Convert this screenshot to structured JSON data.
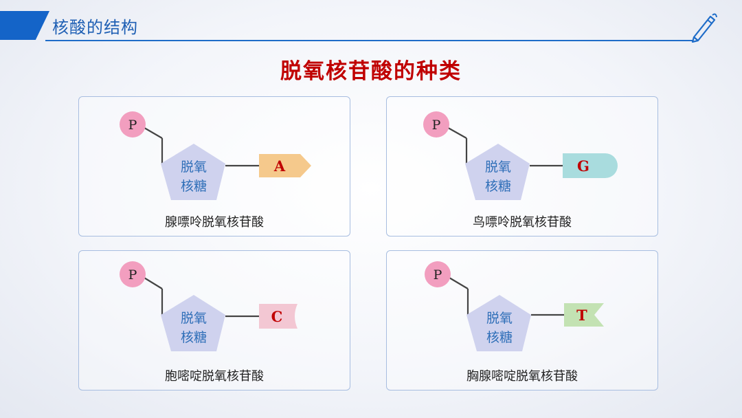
{
  "header": {
    "title": "核酸的结构"
  },
  "slide_title": "脱氧核苷酸的种类",
  "phosphate_label": "P",
  "sugar_label": {
    "line1": "脱氧",
    "line2": "核糖"
  },
  "nucleotides": [
    {
      "base_letter": "A",
      "base_shape": "arrow",
      "base_color": "#f5c98c",
      "name": "腺嘌呤脱氧核苷酸"
    },
    {
      "base_letter": "G",
      "base_shape": "rounded",
      "base_color": "#a9dcde",
      "name": "鸟嘌呤脱氧核苷酸"
    },
    {
      "base_letter": "C",
      "base_shape": "notched",
      "base_color": "#f3c7d3",
      "name": "胞嘧啶脱氧核苷酸"
    },
    {
      "base_letter": "T",
      "base_shape": "split-tail",
      "base_color": "#c3e2b3",
      "name": "胸腺嘧啶脱氧核苷酸"
    }
  ],
  "colors": {
    "phosphate": "#f29ebf",
    "sugar": "#cfd2ee",
    "title": "#c00000",
    "accent": "#1464c8"
  }
}
